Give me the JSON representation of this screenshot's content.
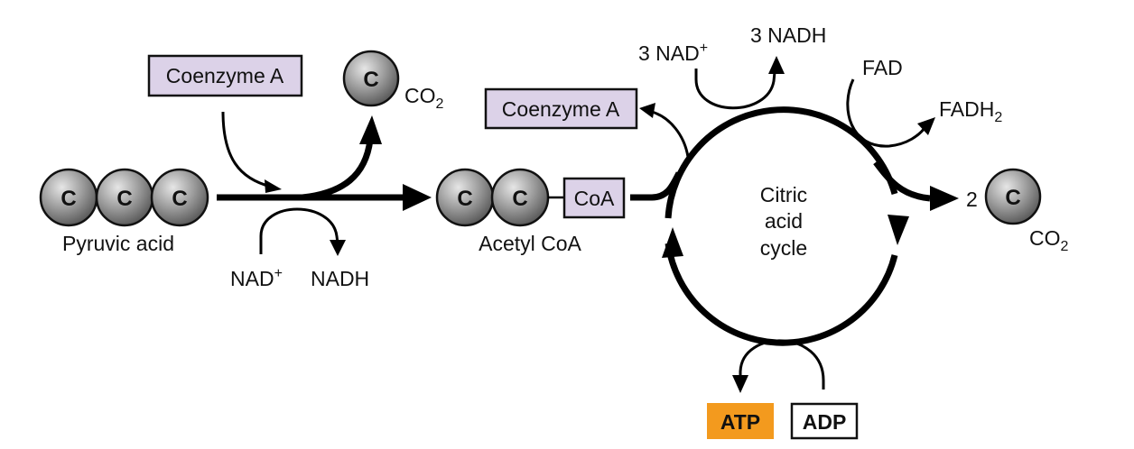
{
  "colors": {
    "box_fill": "#dcd2e8",
    "atp_fill": "#f39a1e",
    "adp_fill": "#ffffff",
    "atom_fill": "#8f8f8f"
  },
  "labels": {
    "atom": "C",
    "coenzyme_a_input": "Coenzyme A",
    "coenzyme_a_output": "Coenzyme A",
    "co2_base": "CO",
    "co2_sub": "2",
    "pyruvic_acid": "Pyruvic acid",
    "nad": "NAD",
    "nad_sup": "+",
    "nadh": "NADH",
    "coa": "CoA",
    "acetyl_coa": "Acetyl CoA",
    "cycle_line1": "Citric",
    "cycle_line2": "acid",
    "cycle_line3": "cycle",
    "three_nad": "3 NAD",
    "three_nad_sup": "+",
    "three_nadh": "3 NADH",
    "fad": "FAD",
    "fadh_base": "FADH",
    "fadh_sub": "2",
    "two": "2",
    "co2_out_base": "CO",
    "co2_out_sub": "2",
    "atp": "ATP",
    "adp": "ADP"
  }
}
